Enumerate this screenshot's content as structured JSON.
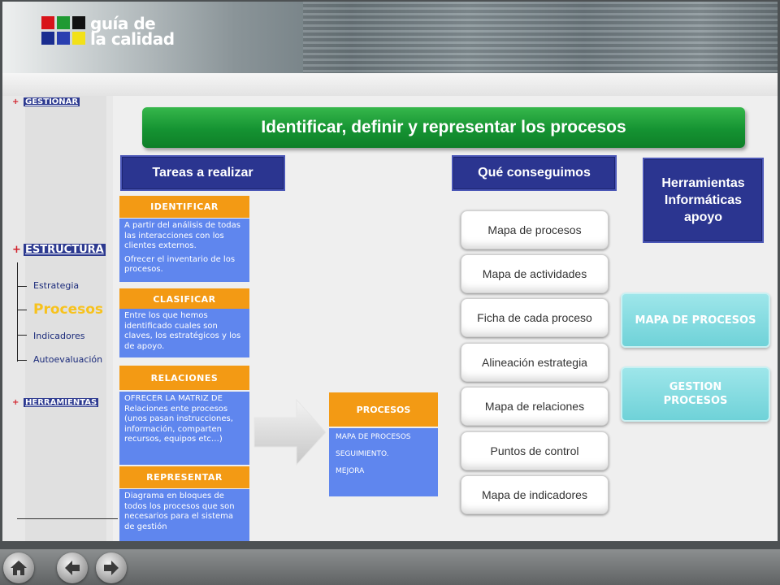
{
  "logo": {
    "line1": "guía de",
    "line2": "la calidad",
    "squares": [
      "#d8141a",
      "#1f9a33",
      "#111111",
      "#1a2d90",
      "#2a3fb0",
      "#f2e118"
    ]
  },
  "sidebar": {
    "gestionar": {
      "plus": "+",
      "label": "GESTIONAR"
    },
    "estructura": {
      "plus": "+",
      "label": "ESTRUCTURA"
    },
    "items": [
      {
        "label": "Estrategia"
      },
      {
        "label": "Procesos"
      },
      {
        "label": "Indicadores"
      },
      {
        "label": "Autoevaluación"
      }
    ],
    "herramientas": {
      "plus": "+",
      "label": "HERRAMIENTAS"
    }
  },
  "main": {
    "title": "Identificar,  definir y representar los procesos",
    "tareas_header": "Tareas a realizar",
    "conseguimos_header": "Qué conseguimos",
    "herramientas_header": "Herramientas Informáticas apoyo",
    "tasks": [
      {
        "title": "IDENTIFICAR",
        "p1": "A partir del análisis de todas las interacciones con los clientes externos.",
        "p2": "Ofrecer el inventario de los procesos."
      },
      {
        "title": "CLASIFICAR",
        "p1": "Entre los que hemos identificado cuales son claves, los estratégicos y los de apoyo.",
        "p2": ""
      },
      {
        "title": "RELACIONES",
        "p1": "OFRECER LA MATRIZ DE Relaciones ente procesos (unos pasan instrucciones, información, comparten recursos, equipos etc…)",
        "p2": ""
      },
      {
        "title": "REPRESENTAR",
        "p1": "Diagrama en bloques de todos los procesos que son necesarios para el sistema de gestión",
        "p2": ""
      }
    ],
    "procesos": {
      "title": "PROCESOS",
      "items": [
        "MAPA DE PROCESOS",
        "SEGUIMIENTO.",
        " MEJORA"
      ]
    },
    "outcomes": [
      "Mapa de procesos",
      "Mapa de actividades",
      "Ficha de cada proceso",
      "Alineación estrategia",
      "Mapa de relaciones",
      "Puntos de control",
      "Mapa de indicadores"
    ],
    "tools": [
      "MAPA DE PROCESOS",
      "GESTION PROCESOS"
    ]
  },
  "colors": {
    "accent_green": "#15932f",
    "header_blue": "#2b3590",
    "task_orange": "#f39a14",
    "task_blue": "#5f86ee",
    "tool_teal": "#7dd8dd",
    "active_nav": "#f7c21d"
  },
  "nav_buttons": {
    "home": "home-icon",
    "back": "arrow-left-icon",
    "forward": "arrow-right-icon"
  }
}
